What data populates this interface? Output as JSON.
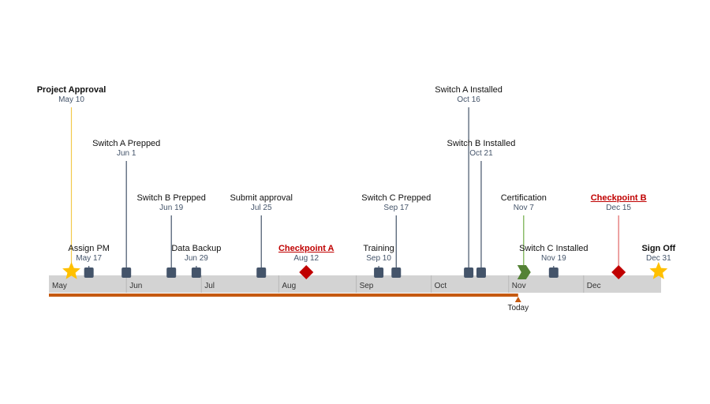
{
  "chart_data": {
    "type": "timeline",
    "title": "",
    "range": {
      "start": "May 1",
      "end": "Dec 31"
    },
    "months": [
      "May",
      "Jun",
      "Jul",
      "Aug",
      "Sep",
      "Oct",
      "Nov",
      "Dec"
    ],
    "today": {
      "label": "Today",
      "date": "Nov 1"
    },
    "progress_until": "Nov 1",
    "colors": {
      "band": "#d3d3d3",
      "progress": "#c55a11",
      "task": "#44546a",
      "star": "#ffc000",
      "checkpoint": "#c00000",
      "certification": "#548235",
      "star_line": "#f2c94c"
    },
    "milestones": [
      {
        "title": "Project Approval",
        "date": "May 10",
        "day": 9,
        "shape": "star",
        "style": "bold",
        "tier": 4
      },
      {
        "title": "Assign PM",
        "date": "May 17",
        "day": 16,
        "shape": "square",
        "style": "normal",
        "tier": 1
      },
      {
        "title": "Switch A Prepped",
        "date": "Jun 1",
        "day": 31,
        "shape": "square",
        "style": "normal",
        "tier": 3
      },
      {
        "title": "Switch B Prepped",
        "date": "Jun 19",
        "day": 49,
        "shape": "square",
        "style": "normal",
        "tier": 2
      },
      {
        "title": "Data Backup",
        "date": "Jun 29",
        "day": 59,
        "shape": "square",
        "style": "normal",
        "tier": 1
      },
      {
        "title": "Submit approval",
        "date": "Jul 25",
        "day": 85,
        "shape": "square",
        "style": "normal",
        "tier": 2
      },
      {
        "title": "Checkpoint A",
        "date": "Aug 12",
        "day": 103,
        "shape": "diamond",
        "style": "red",
        "tier": 1
      },
      {
        "title": "Training",
        "date": "Sep 10",
        "day": 132,
        "shape": "square",
        "style": "normal",
        "tier": 1
      },
      {
        "title": "Switch C Prepped",
        "date": "Sep 17",
        "day": 139,
        "shape": "square",
        "style": "normal",
        "tier": 2
      },
      {
        "title": "Switch A Installed",
        "date": "Oct 16",
        "day": 168,
        "shape": "square",
        "style": "normal",
        "tier": 4
      },
      {
        "title": "Switch B Installed",
        "date": "Oct 21",
        "day": 173,
        "shape": "square",
        "style": "normal",
        "tier": 3
      },
      {
        "title": "Certification",
        "date": "Nov 7",
        "day": 190,
        "shape": "chevron",
        "style": "normal",
        "tier": 2
      },
      {
        "title": "Switch C Installed",
        "date": "Nov 19",
        "day": 202,
        "shape": "square",
        "style": "normal",
        "tier": 1
      },
      {
        "title": "Checkpoint B",
        "date": "Dec 15",
        "day": 228,
        "shape": "diamond",
        "style": "red",
        "tier": 2
      },
      {
        "title": "Sign Off",
        "date": "Dec 31",
        "day": 244,
        "shape": "star",
        "style": "bold",
        "tier": 1
      }
    ]
  }
}
